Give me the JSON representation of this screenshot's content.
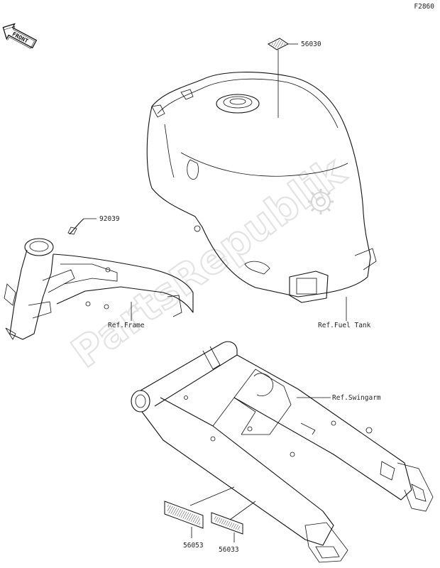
{
  "diagram_code": "F2860",
  "front_label": "FRONT",
  "watermark": "PartsRepublik",
  "parts": [
    {
      "number": "56030"
    },
    {
      "number": "92039"
    },
    {
      "number": "56053"
    },
    {
      "number": "56033"
    }
  ],
  "references": {
    "frame": "Ref.Frame",
    "fuel_tank": "Ref.Fuel Tank",
    "swingarm": "Ref.Swingarm"
  }
}
